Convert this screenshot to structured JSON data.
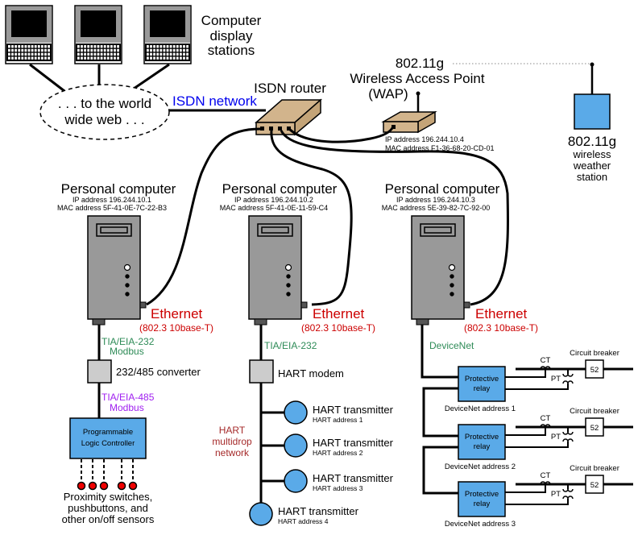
{
  "colors": {
    "isdn_blue": "#0000ee",
    "ethernet_red": "#cc0000",
    "modbus232_green": "#2e8b57",
    "modbus485_purple": "#a020f0",
    "hart_brown": "#a52a2a",
    "device_blue": "#5aaae8",
    "router_tan": "#d2b48c",
    "tower_gray": "#999999",
    "box_gray": "#cccccc",
    "sensor_red": "#ee0000"
  },
  "display_stations": {
    "label_lines": [
      "Computer",
      "display",
      "stations"
    ],
    "count": 3
  },
  "internet": {
    "label_lines": [
      ". . . to the world",
      "wide web . . ."
    ]
  },
  "isdn": {
    "network_label": "ISDN network",
    "router_label": "ISDN router"
  },
  "wap": {
    "label_lines": [
      "802.11g",
      "Wireless Access Point",
      "(WAP)"
    ],
    "ip": "IP address 196.244.10.4",
    "mac": "MAC address F1-36-68-20-CD-01"
  },
  "weather_station": {
    "label_big": "802.11g",
    "label_lines": [
      "wireless",
      "weather",
      "station"
    ]
  },
  "computers": [
    {
      "title": "Personal computer",
      "ip": "IP address 196.244.10.1",
      "mac": "MAC address 5F-41-0E-7C-22-B3",
      "ethernet": "Ethernet",
      "ethernet_std": "(802.3 10base-T)"
    },
    {
      "title": "Personal computer",
      "ip": "IP address 196.244.10.2",
      "mac": "MAC address 5F-41-0E-11-59-C4",
      "ethernet": "Ethernet",
      "ethernet_std": "(802.3 10base-T)"
    },
    {
      "title": "Personal computer",
      "ip": "IP address 196.244.10.3",
      "mac": "MAC address 5E-39-82-7C-92-00",
      "ethernet": "Ethernet",
      "ethernet_std": "(802.3 10base-T)"
    }
  ],
  "modbus_branch": {
    "rs232_lines": [
      "TIA/EIA-232",
      "Modbus"
    ],
    "converter": "232/485 converter",
    "rs485_lines": [
      "TIA/EIA-485",
      "Modbus"
    ],
    "plc_lines": [
      "Programmable",
      "Logic Controller"
    ],
    "sensors_lines": [
      "Proximity switches,",
      "pushbuttons, and",
      "other on/off sensors"
    ],
    "sensor_count": 5
  },
  "hart_branch": {
    "rs232": "TIA/EIA-232",
    "modem": "HART modem",
    "network_lines": [
      "HART",
      "multidrop",
      "network"
    ],
    "transmitters": [
      {
        "title": "HART transmitter",
        "address": "HART address 1"
      },
      {
        "title": "HART transmitter",
        "address": "HART address 2"
      },
      {
        "title": "HART transmitter",
        "address": "HART address 3"
      },
      {
        "title": "HART transmitter",
        "address": "HART address 4"
      }
    ]
  },
  "devicenet_branch": {
    "label": "DeviceNet",
    "relays": [
      {
        "label_lines": [
          "Protective",
          "relay"
        ],
        "address": "DeviceNet address 1",
        "breaker_label": "Circuit breaker",
        "breaker_code": "52",
        "ct": "CT",
        "pt": "PT"
      },
      {
        "label_lines": [
          "Protective",
          "relay"
        ],
        "address": "DeviceNet address 2",
        "breaker_label": "Circuit breaker",
        "breaker_code": "52",
        "ct": "CT",
        "pt": "PT"
      },
      {
        "label_lines": [
          "Protective",
          "relay"
        ],
        "address": "DeviceNet address 3",
        "breaker_label": "Circuit breaker",
        "breaker_code": "52",
        "ct": "CT",
        "pt": "PT"
      }
    ]
  }
}
